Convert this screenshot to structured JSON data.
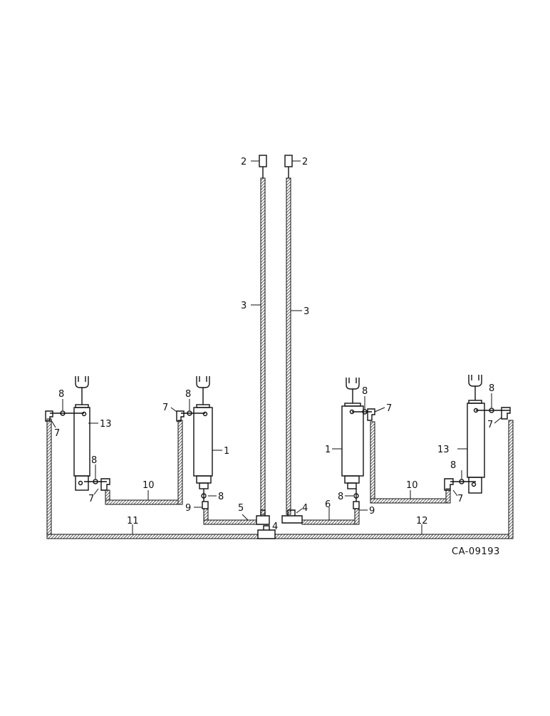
{
  "figure": {
    "code": "CA-09193",
    "colors": {
      "ink": "#111111",
      "background": "#ffffff"
    }
  },
  "refs": {
    "r1": "1",
    "r2": "2",
    "r3": "3",
    "r4": "4",
    "r5": "5",
    "r6": "6",
    "r7": "7",
    "r8": "8",
    "r9": "9",
    "r10": "10",
    "r11": "11",
    "r12": "12",
    "r13": "13"
  }
}
